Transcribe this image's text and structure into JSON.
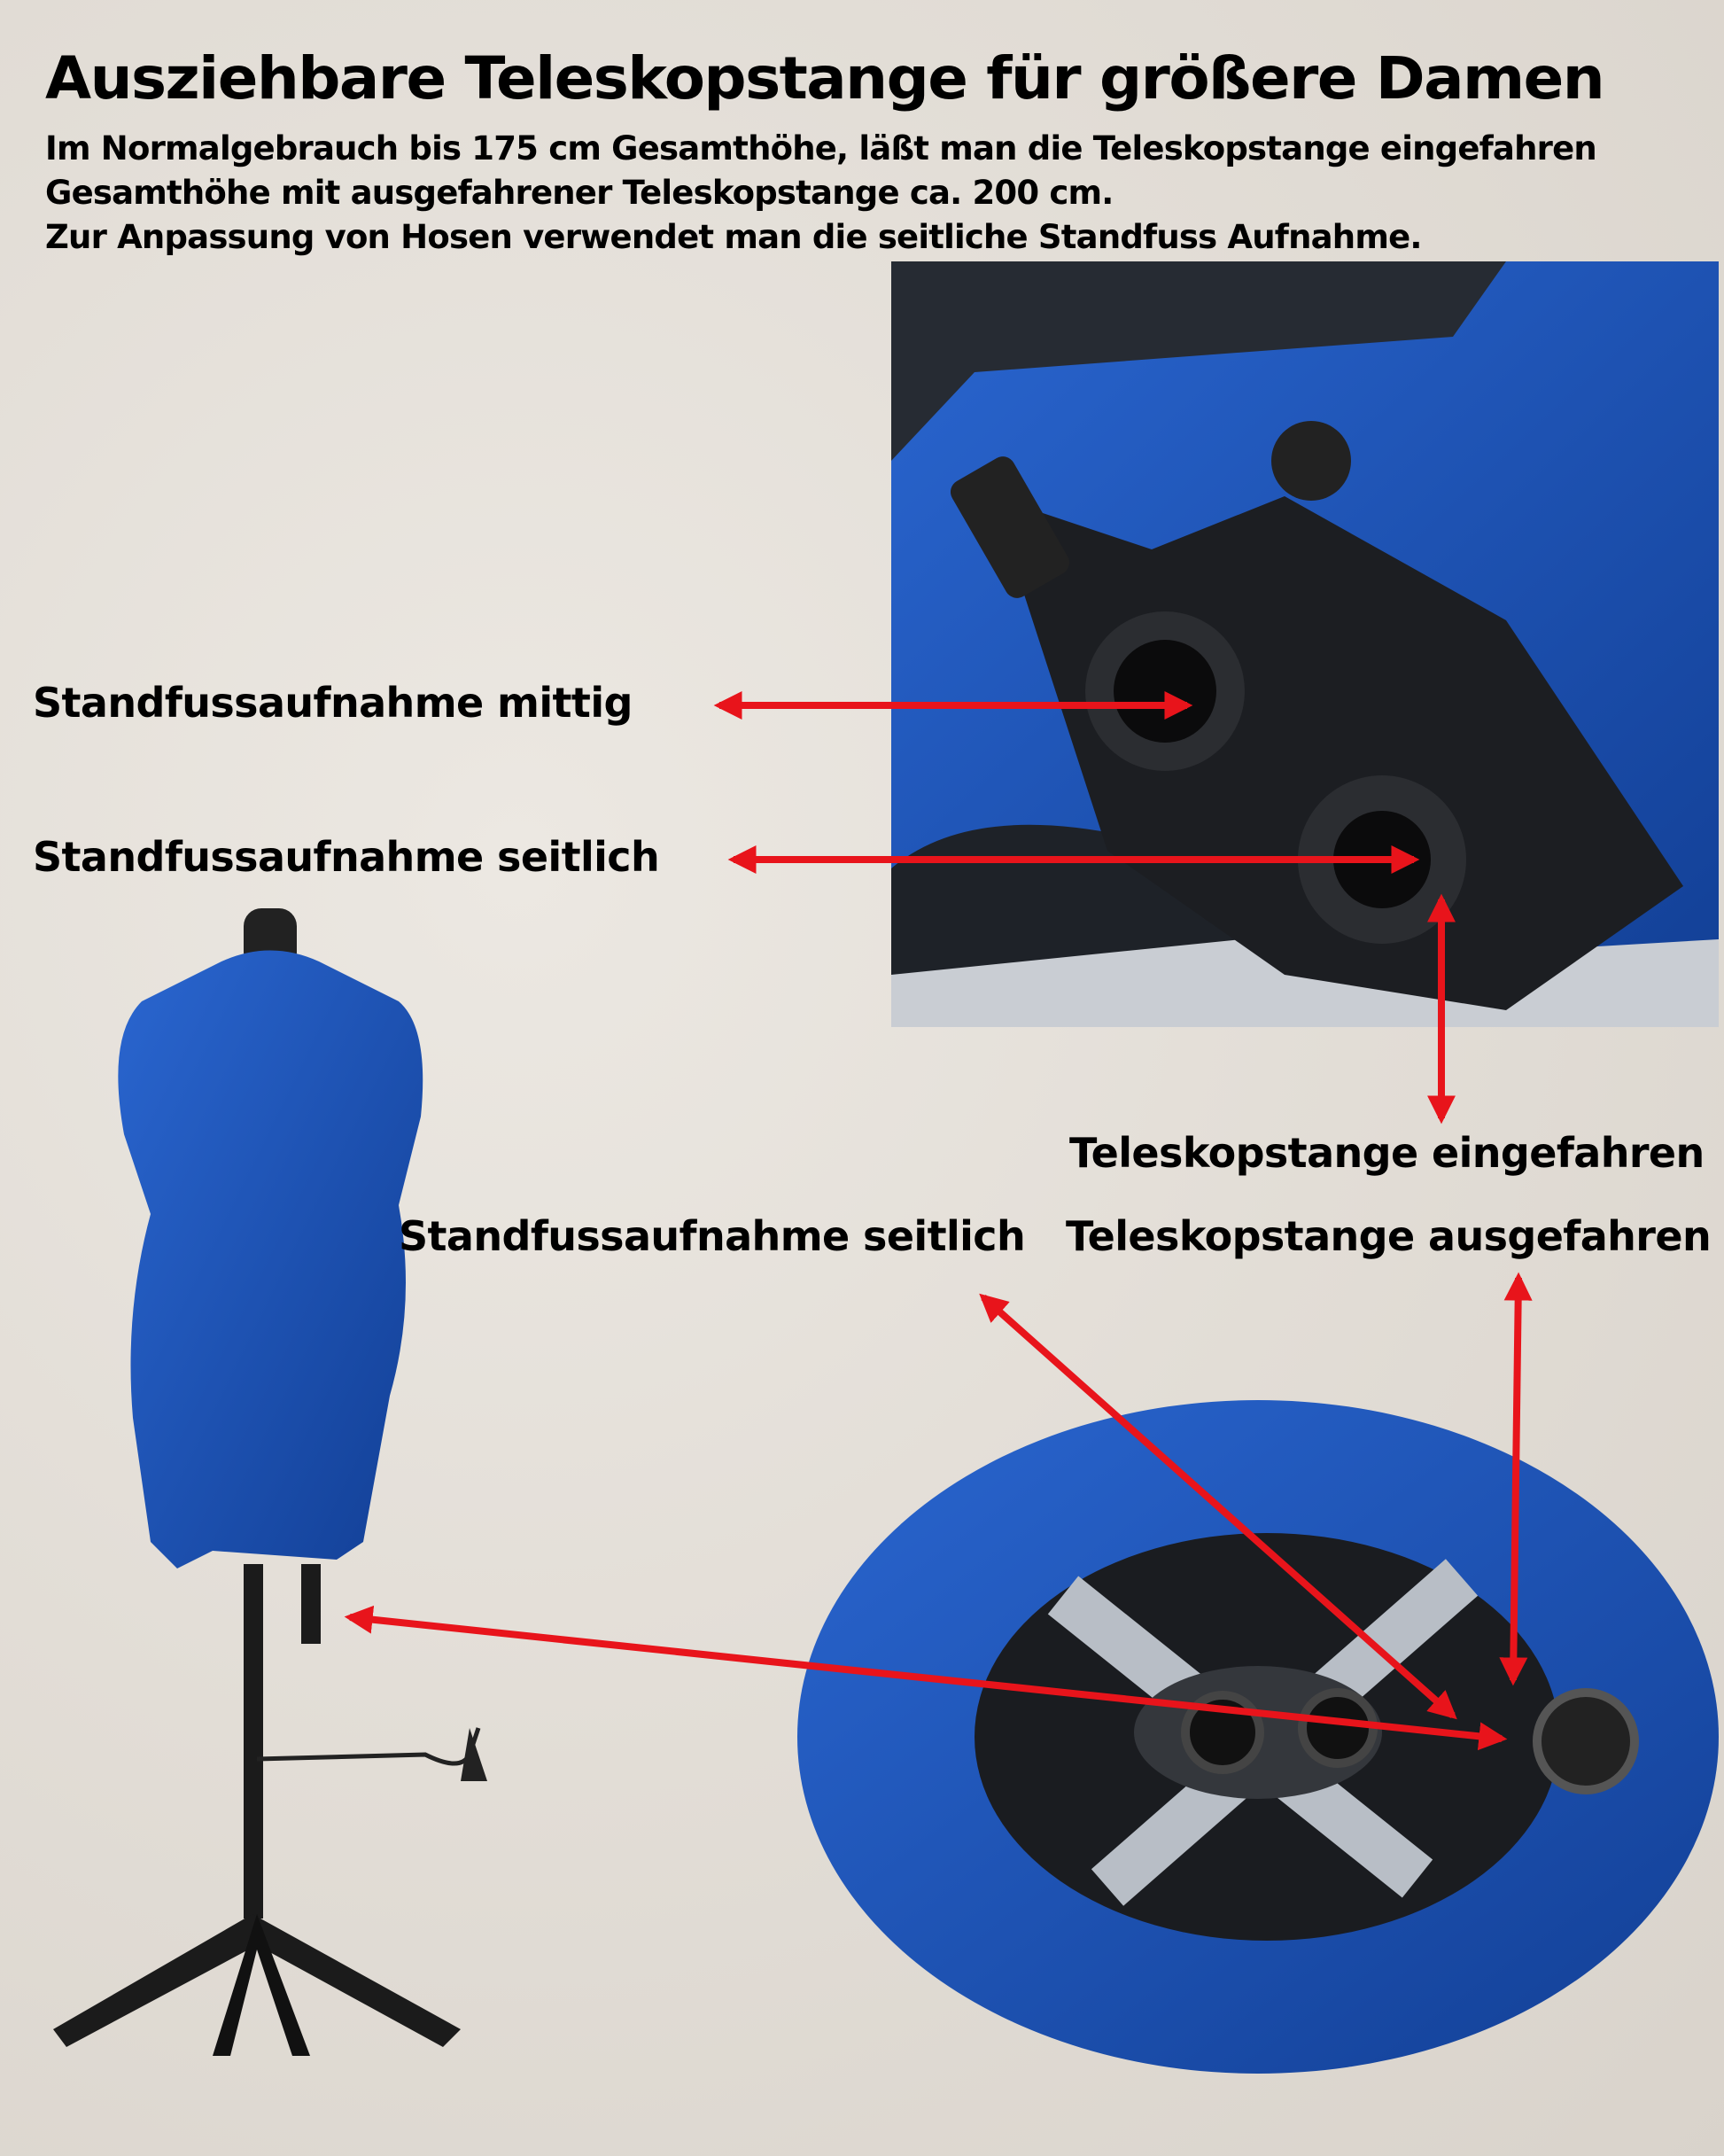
{
  "title": "Ausziehbare Teleskopstange für größere Damen",
  "description": [
    "Im Normalgebrauch bis 175 cm Gesamthöhe, läßt man die Teleskopstange eingefahren",
    "Gesamthöhe mit ausgefahrener Teleskopstange ca. 200 cm.",
    "Zur Anpassung von Hosen verwendet man die seitliche Standfuss Aufnahme."
  ],
  "labels": {
    "center_mount": "Standfussaufnahme mittig",
    "side_mount": "Standfussaufnahme seitlich",
    "retracted": "Teleskopstange eingefahren",
    "side_mount_bottom": "Standfussaufnahme seitlich",
    "extended": "Teleskopstange ausgefahren"
  },
  "colors": {
    "arrow": "#e8141b",
    "fabric": "#1a52b4",
    "background": "#e5e0d9"
  }
}
